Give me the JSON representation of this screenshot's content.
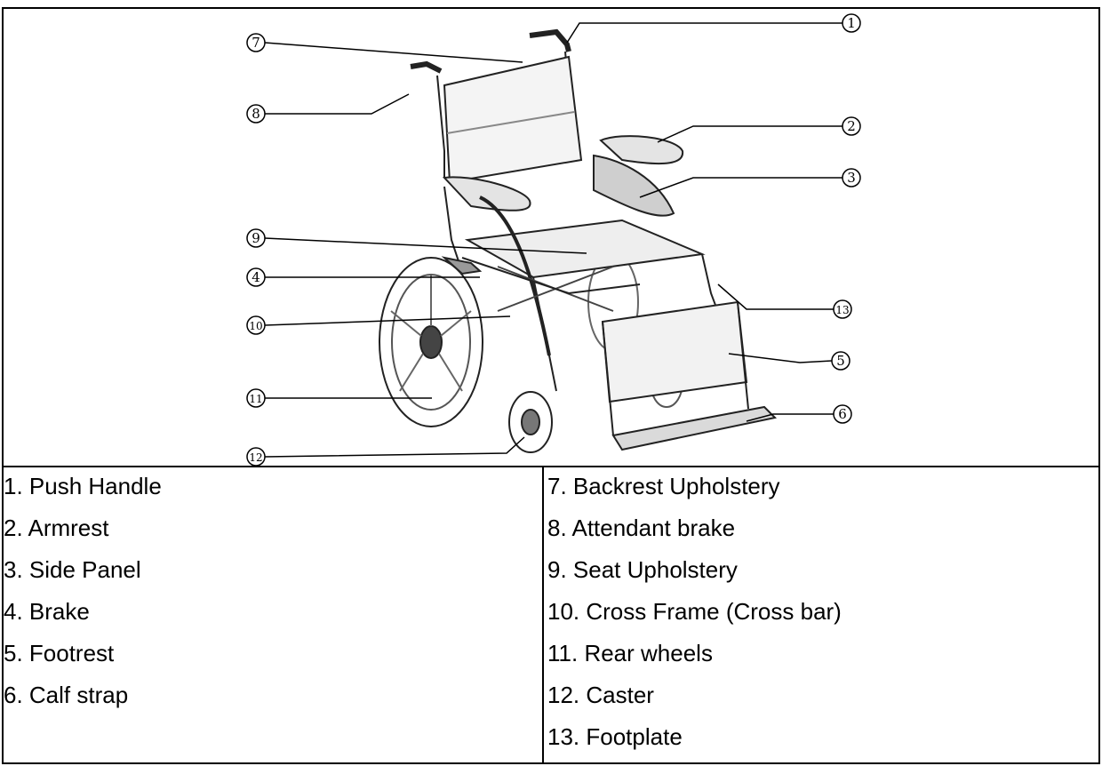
{
  "diagram": {
    "callouts": [
      {
        "id": "1",
        "label": "1"
      },
      {
        "id": "2",
        "label": "2"
      },
      {
        "id": "3",
        "label": "3"
      },
      {
        "id": "4",
        "label": "4"
      },
      {
        "id": "5",
        "label": "5"
      },
      {
        "id": "6",
        "label": "6"
      },
      {
        "id": "7",
        "label": "7"
      },
      {
        "id": "8",
        "label": "8"
      },
      {
        "id": "9",
        "label": "9"
      },
      {
        "id": "10",
        "label": "10"
      },
      {
        "id": "11",
        "label": "11"
      },
      {
        "id": "12",
        "label": "12"
      },
      {
        "id": "13",
        "label": "13"
      }
    ]
  },
  "legend": {
    "left": [
      "1. Push Handle",
      "2. Armrest",
      "3. Side Panel",
      "4. Brake",
      "5. Footrest",
      "6. Calf strap"
    ],
    "right": [
      "7. Backrest Upholstery",
      "8. Attendant brake",
      "9. Seat Upholstery",
      "10. Cross Frame (Cross bar)",
      "11. Rear wheels",
      "12. Caster",
      "13. Footplate"
    ]
  }
}
